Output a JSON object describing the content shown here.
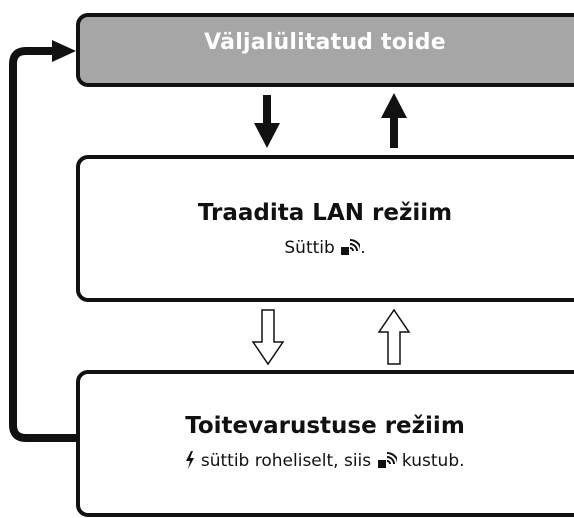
{
  "states": {
    "power_off": {
      "title": "Väljalülitatud toide"
    },
    "wlan_mode": {
      "title": "Traadita LAN režiim",
      "desc_before_icon": "Süttib ",
      "desc_after_icon": "."
    },
    "backup_mode": {
      "title": "Toitevarustuse režiim",
      "desc_part1": " süttib roheliselt, siis ",
      "desc_part2": " kustub."
    }
  },
  "colors": {
    "power_off_fill": "#a6a6a6",
    "box_stroke": "#111111",
    "box_fill": "#ffffff",
    "arrow_solid": "#111111"
  },
  "icons": {
    "wlan_indicator": "wireless-signal-icon",
    "power_indicator": "lightning-bolt-icon"
  }
}
